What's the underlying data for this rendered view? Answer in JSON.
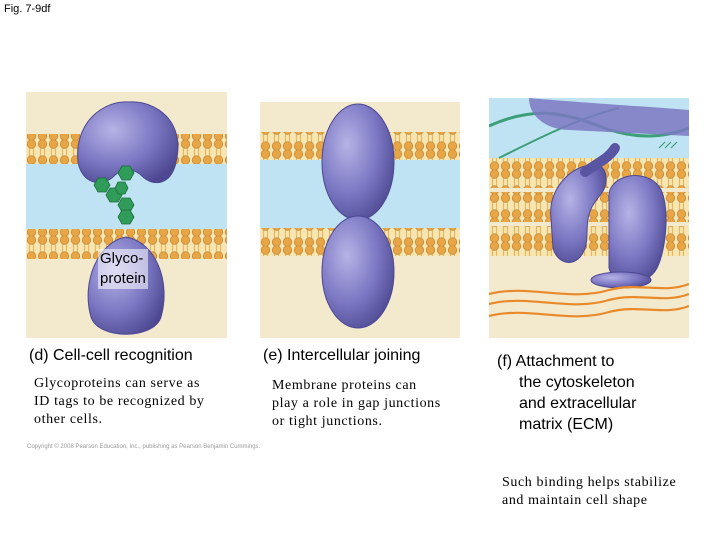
{
  "figure_label": "Fig. 7-9df",
  "panels": {
    "d": {
      "caption": "(d) Cell-cell recognition",
      "inset_label_line1": "Glyco-",
      "inset_label_line2": "protein",
      "description_lines": [
        "Glycoproteins can serve as",
        "ID tags to be recognized by",
        "other cells."
      ]
    },
    "e": {
      "caption": "(e) Intercellular joining",
      "description_lines": [
        "Membrane proteins can",
        "play a role in gap junctions",
        "or tight junctions."
      ]
    },
    "f": {
      "caption_lines": [
        "(f) Attachment to",
        "the cytoskeleton",
        "and extracellular",
        "matrix (ECM)"
      ],
      "description_lines": [
        "Such binding helps stabilize",
        "and maintain cell shape"
      ]
    }
  },
  "copyright": "Copyright © 2008 Pearson Education, Inc., publishing as Pearson Benjamin Cummings.",
  "colors": {
    "protein": "#7b78c2",
    "membrane_head": "#e3a03a",
    "membrane_tail": "#f5e3a8",
    "extracellular_blue": "#bfe3f2",
    "cytoplasm_tan": "#f2e6c8",
    "sugar_green": "#2f9c5a",
    "ecm_fiber_green": "#3c9f78",
    "collagen_orange": "#e98a2a"
  }
}
